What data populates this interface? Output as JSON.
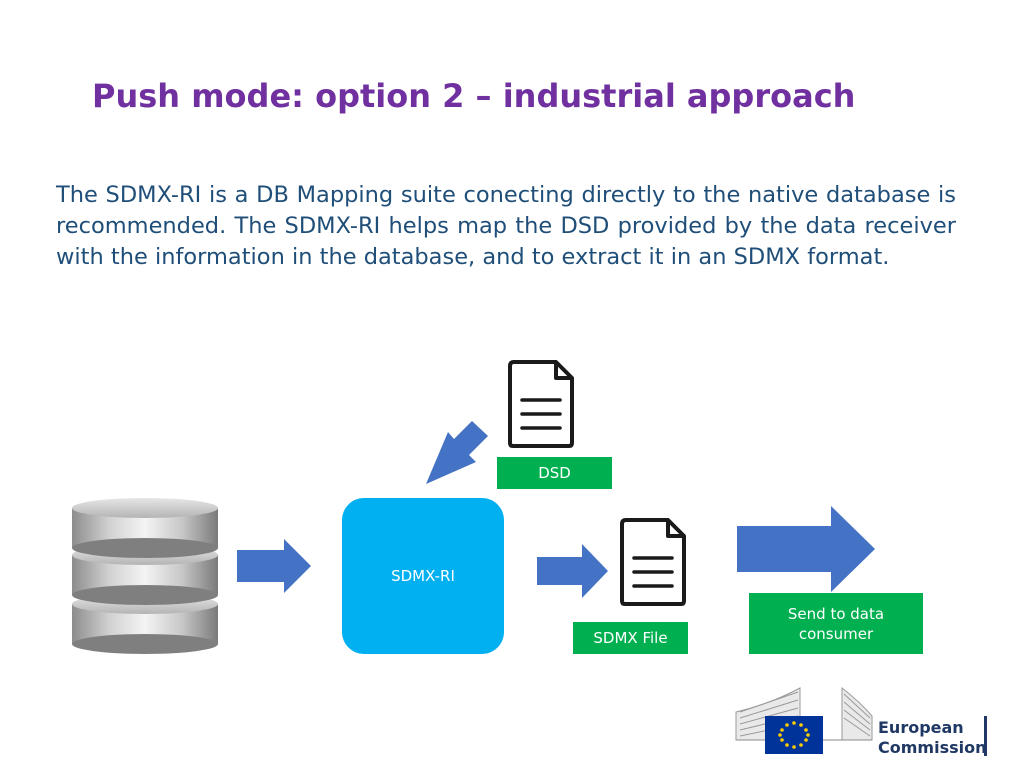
{
  "slide": {
    "title": "Push mode: option 2 – industrial approach",
    "body": "The SDMX-RI is a DB Mapping suite conecting directly to the native database is recommended. The SDMX-RI helps map the DSD provided by the data receiver with the information in the database, and to extract it in an SDMX format."
  },
  "diagram": {
    "sdmx_ri_label": "SDMX-RI",
    "dsd_label": "DSD",
    "file_label": "SDMX File",
    "send_label": "Send to data consumer",
    "icons": [
      "database-icon",
      "document-icon",
      "arrow-right-icon",
      "arrow-down-left-icon"
    ]
  },
  "logo": {
    "line1": "European",
    "line2": "Commission"
  },
  "colors": {
    "title": "#7030a0",
    "body_text": "#1f4e79",
    "sdmx_ri_box": "#00b0f0",
    "label_box": "#00b050",
    "arrow": "#4472c4",
    "eu_flag": "#003399",
    "eu_star": "#ffcc00"
  }
}
